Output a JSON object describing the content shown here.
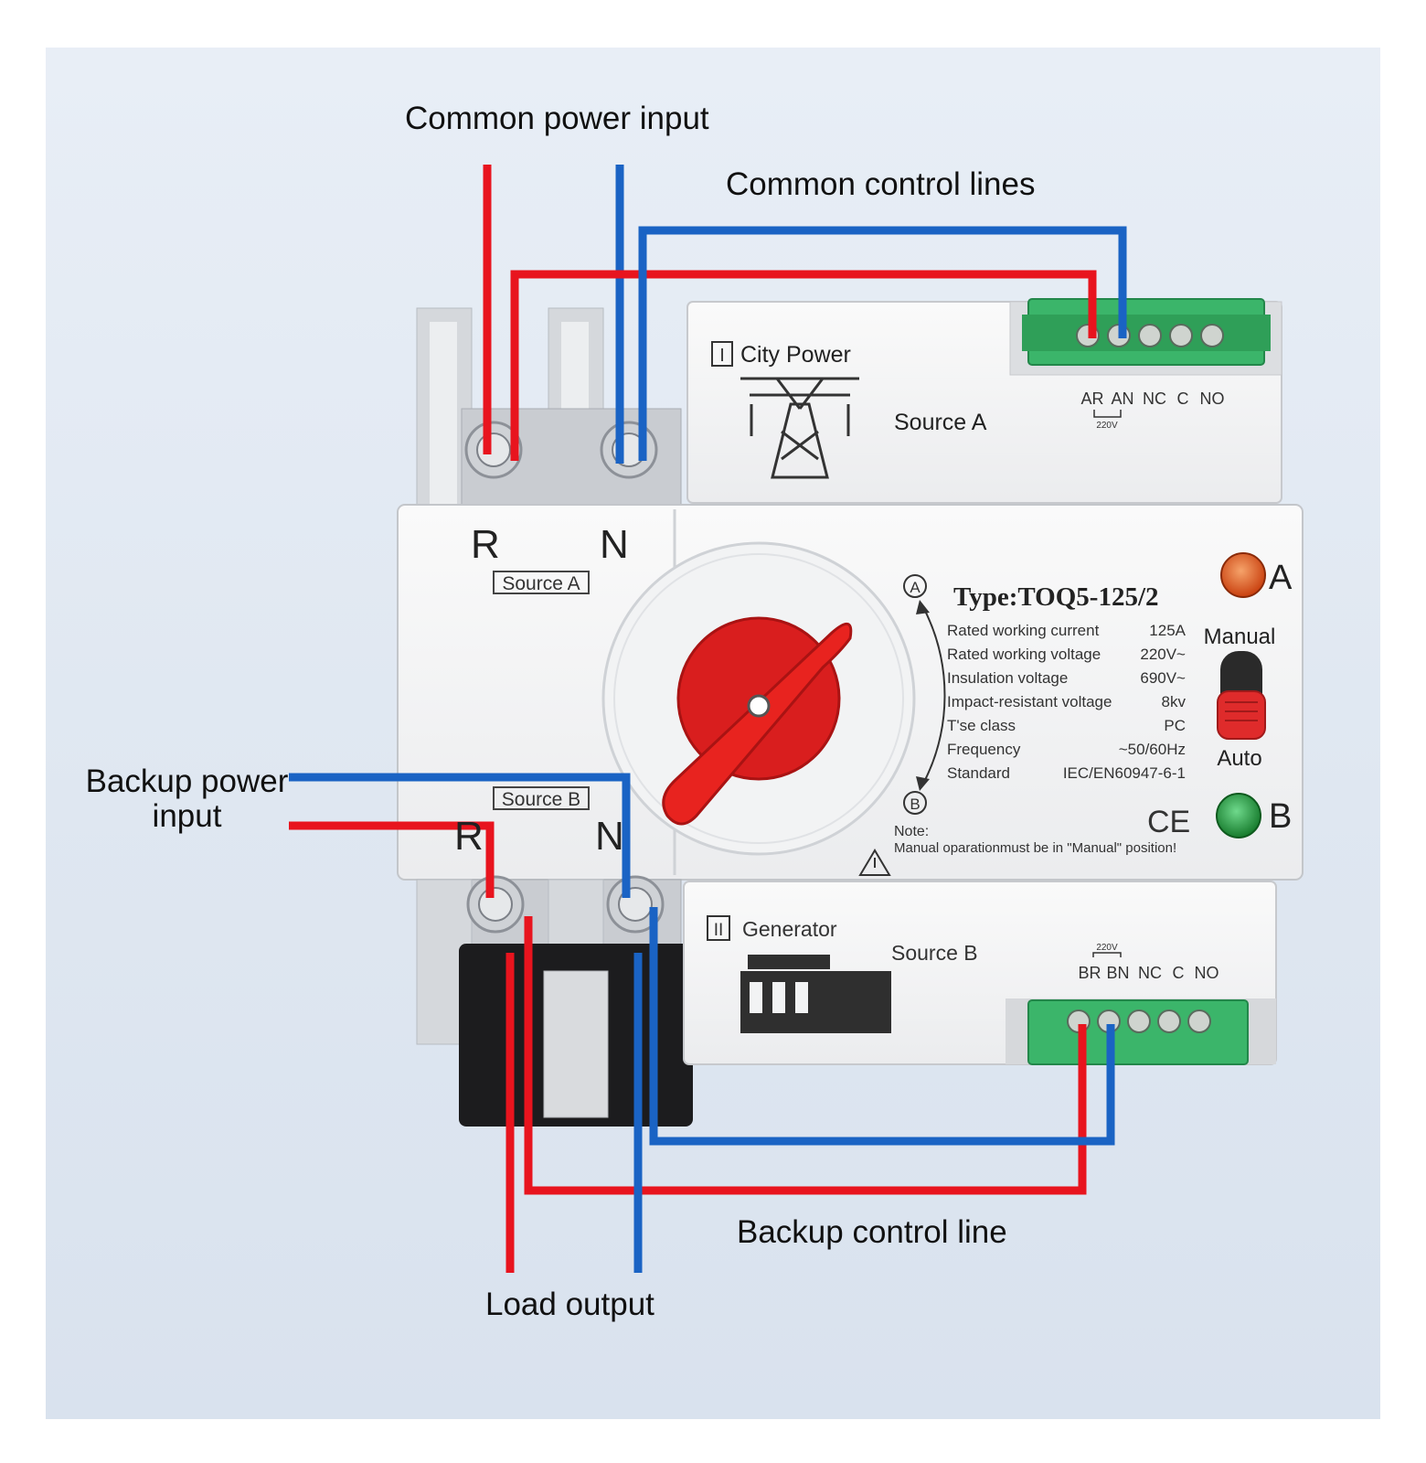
{
  "callouts": {
    "common_power_input": "Common power input",
    "common_control_lines": "Common control lines",
    "backup_power_input_line1": "Backup power",
    "backup_power_input_line2": "input",
    "backup_control_line": "Backup control line",
    "load_output": "Load output"
  },
  "device": {
    "top_terminals": {
      "left": "R",
      "right": "N",
      "tag": "Source A"
    },
    "bottom_terminals": {
      "left": "R",
      "right": "N",
      "tag": "Source B"
    },
    "source_a": {
      "roman": "I",
      "title": "City Power",
      "label": "Source A",
      "terminals": [
        "AR",
        "AN",
        "NC",
        "C",
        "NO"
      ],
      "voltage": "220V"
    },
    "source_b": {
      "roman": "II",
      "title": "Generator",
      "label": "Source B",
      "terminals": [
        "BR",
        "BN",
        "NC",
        "C",
        "NO"
      ],
      "voltage": "220V"
    },
    "rotary": {
      "pos_a": "A",
      "pos_b": "B"
    },
    "nameplate": {
      "type": "Type:TOQ5-125/2",
      "specs": [
        {
          "label": "Rated working current",
          "value": "125A"
        },
        {
          "label": "Rated working voltage",
          "value": "220V~"
        },
        {
          "label": "Insulation voltage",
          "value": "690V~"
        },
        {
          "label": "Impact-resistant voltage",
          "value": "8kv"
        },
        {
          "label": "T'se class",
          "value": "PC"
        },
        {
          "label": "Frequency",
          "value": "~50/60Hz"
        },
        {
          "label": "Standard",
          "value": "IEC/EN60947-6-1"
        }
      ],
      "ce": "CE",
      "note_title": "Note:",
      "note_text": "Manual oparationmust be in \"Manual\" position!"
    },
    "indicators": {
      "a": "A",
      "b": "B",
      "manual": "Manual",
      "auto": "Auto"
    }
  },
  "colors": {
    "live": "#e8141e",
    "neutral": "#1a63c4",
    "terminal_green": "#3bb56a",
    "lamp_a": "#e0521a",
    "lamp_b": "#1f9b3c",
    "handle": "#d91e1e"
  }
}
